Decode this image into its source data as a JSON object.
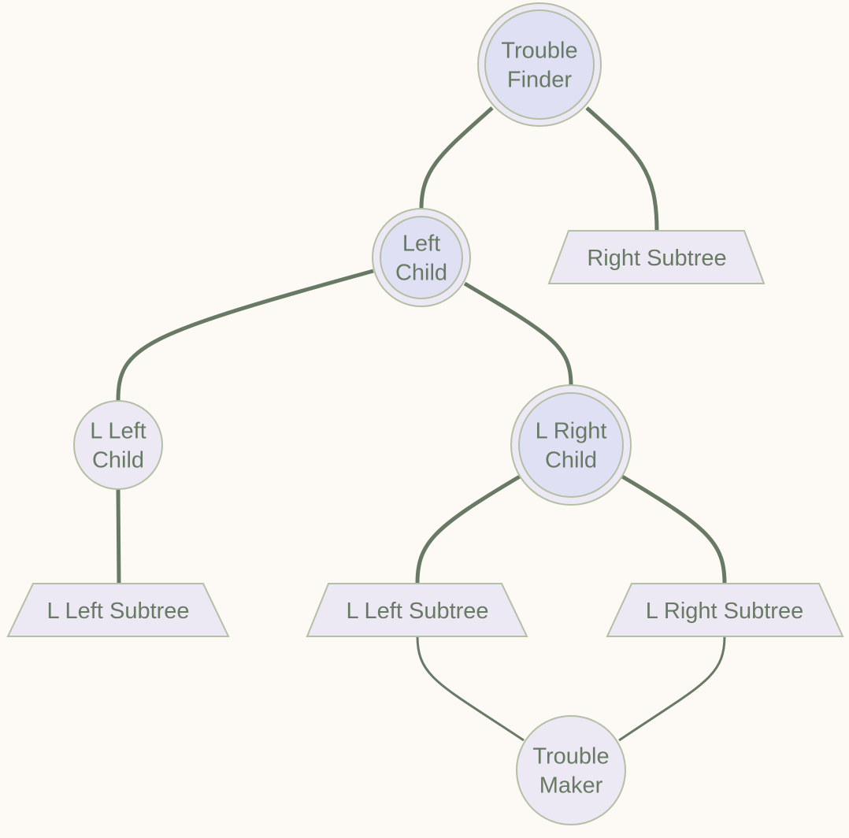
{
  "diagram": {
    "nodes": [
      {
        "id": "tf",
        "lines": [
          "Trouble",
          "Finder"
        ],
        "shape": "double-circle"
      },
      {
        "id": "lc",
        "lines": [
          "Left",
          "Child"
        ],
        "shape": "double-circle"
      },
      {
        "id": "rs",
        "lines": [
          "Right Subtree"
        ],
        "shape": "trapezoid"
      },
      {
        "id": "llc",
        "lines": [
          "L Left",
          "Child"
        ],
        "shape": "circle"
      },
      {
        "id": "lrc",
        "lines": [
          "L Right",
          "Child"
        ],
        "shape": "double-circle"
      },
      {
        "id": "lls1",
        "lines": [
          "L Left Subtree"
        ],
        "shape": "trapezoid"
      },
      {
        "id": "lls2",
        "lines": [
          "L Left Subtree"
        ],
        "shape": "trapezoid"
      },
      {
        "id": "lrs",
        "lines": [
          "L Right Subtree"
        ],
        "shape": "trapezoid"
      },
      {
        "id": "tm",
        "lines": [
          "Trouble",
          "Maker"
        ],
        "shape": "circle"
      }
    ],
    "edges": [
      {
        "from": "tf",
        "to": "lc",
        "style": "thick"
      },
      {
        "from": "tf",
        "to": "rs",
        "style": "thick"
      },
      {
        "from": "lc",
        "to": "llc",
        "style": "thick"
      },
      {
        "from": "lc",
        "to": "lrc",
        "style": "thick"
      },
      {
        "from": "llc",
        "to": "lls1",
        "style": "thick"
      },
      {
        "from": "lrc",
        "to": "lls2",
        "style": "thick"
      },
      {
        "from": "lrc",
        "to": "lrs",
        "style": "thick"
      },
      {
        "from": "lls2",
        "to": "tm",
        "style": "normal"
      },
      {
        "from": "lrs",
        "to": "tm",
        "style": "normal"
      }
    ]
  }
}
